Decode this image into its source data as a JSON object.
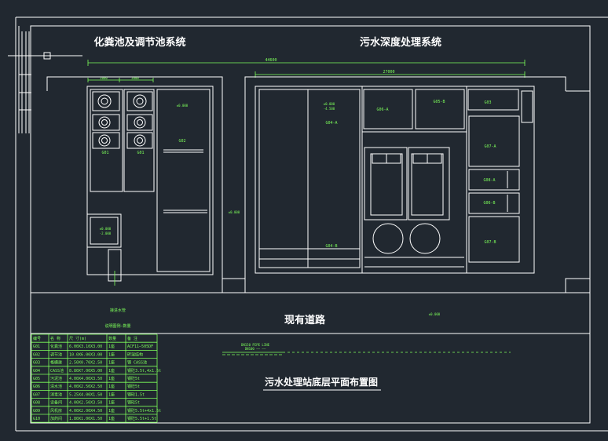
{
  "titles": {
    "left_system": "化粪池及调节池系统",
    "right_system": "污水深度处理系统",
    "road": "现有道路",
    "drawing_title": "污水处理站底层平面布置图"
  },
  "dimensions": {
    "overall": "44600",
    "right_span": "27000",
    "left_a": "3000",
    "left_b": "3000"
  },
  "equipment_labels": {
    "g01_left": "G01",
    "g01_right": "G01",
    "g02": "G02",
    "g04_a_elev_1": "±0.000",
    "g04_a_elev_2": "-4.500",
    "g04_a": "G04-A",
    "g04_b": "G04-B",
    "g06_a": "G06-A",
    "g05_b": "G05-B",
    "g03": "G03",
    "g07_a": "G07-A",
    "g08_a": "G08-A",
    "g06_b": "G06-B",
    "g07_b": "G07-B",
    "g02_elev": "±0.000",
    "sump_elev_1": "±0.000",
    "sump_elev_2": "-2.000",
    "site_elev_mid": "±0.000",
    "site_elev_road": "±0.000",
    "inlet_note": "接进水管",
    "legend_note": "说明图例—数量",
    "pipe_note_1": "DN150 PIPE LINE",
    "pipe_note_2": "DN100 —— ——"
  },
  "table": {
    "headers": [
      "编号",
      "名 称",
      "尺 寸(m)",
      "数量",
      "备 注"
    ],
    "rows": [
      [
        "G01",
        "化粪池",
        "6.00X3.10X3.00",
        "1座",
        "ACF11—505DF"
      ],
      [
        "G02",
        "调节池",
        "10.0X6.00X3.00",
        "1座",
        "砖混结构"
      ],
      [
        "G03",
        "格栅渠",
        "2.50X0.70X2.50",
        "1座",
        "钢 CASS池"
      ],
      [
        "G04",
        "CASS池",
        "8.80X7.00X5.00",
        "1座",
        "钢砼3.5t,4x1.5t"
      ],
      [
        "G05",
        "污泥池",
        "4.00X4.00X3.50",
        "1座",
        "钢砼5t"
      ],
      [
        "G06",
        "清水池",
        "4.00X2.50X2.50",
        "1座",
        "钢砼5t"
      ],
      [
        "G07",
        "消毒池",
        "5.25X4.00X1.50",
        "1座",
        "钢砼1.5t"
      ],
      [
        "G08",
        "设备间",
        "4.00X2.50X3.50",
        "1座",
        "钢砼5t"
      ],
      [
        "G09",
        "风机房",
        "4.00X2.00X4.50",
        "1座",
        "钢砼5.5t+4x1.5t"
      ],
      [
        "G10",
        "加药间",
        "1.80X1.00X1.50",
        "1座",
        "钢砼5.5t+1.5t"
      ]
    ]
  },
  "colors": {
    "background": "#212830",
    "line": "#ffffff",
    "annotation": "#7dff5a"
  }
}
